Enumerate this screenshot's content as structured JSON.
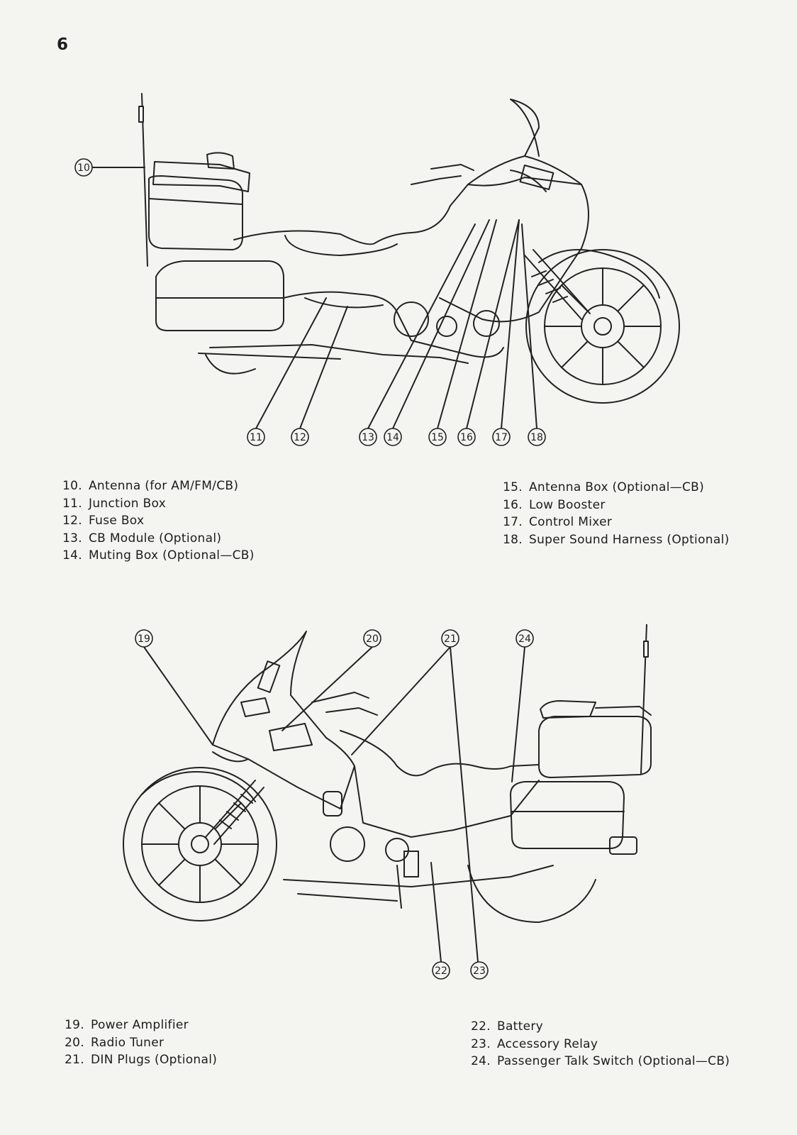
{
  "page_number": "6",
  "callouts_top": [
    "10",
    "11",
    "12",
    "13",
    "14",
    "15",
    "16",
    "17",
    "18"
  ],
  "callouts_bottom": [
    "19",
    "20",
    "21",
    "24",
    "22",
    "23"
  ],
  "legend_top_left": [
    {
      "num": "10.",
      "label": "Antenna (for AM/FM/CB)"
    },
    {
      "num": "11.",
      "label": "Junction Box"
    },
    {
      "num": "12.",
      "label": "Fuse Box"
    },
    {
      "num": "13.",
      "label": "CB Module (Optional)"
    },
    {
      "num": "14.",
      "label": "Muting Box (Optional—CB)"
    }
  ],
  "legend_top_right": [
    {
      "num": "15.",
      "label": "Antenna Box (Optional—CB)"
    },
    {
      "num": "16.",
      "label": "Low Booster"
    },
    {
      "num": "17.",
      "label": "Control Mixer"
    },
    {
      "num": "18.",
      "label": "Super Sound Harness (Optional)"
    }
  ],
  "legend_bottom_left": [
    {
      "num": "19.",
      "label": "Power Amplifier"
    },
    {
      "num": "20.",
      "label": "Radio Tuner"
    },
    {
      "num": "21.",
      "label": "DIN Plugs (Optional)"
    }
  ],
  "legend_bottom_right": [
    {
      "num": "22.",
      "label": "Battery"
    },
    {
      "num": "23.",
      "label": "Accessory Relay"
    },
    {
      "num": "24.",
      "label": "Passenger Talk Switch (Optional—CB)"
    }
  ]
}
